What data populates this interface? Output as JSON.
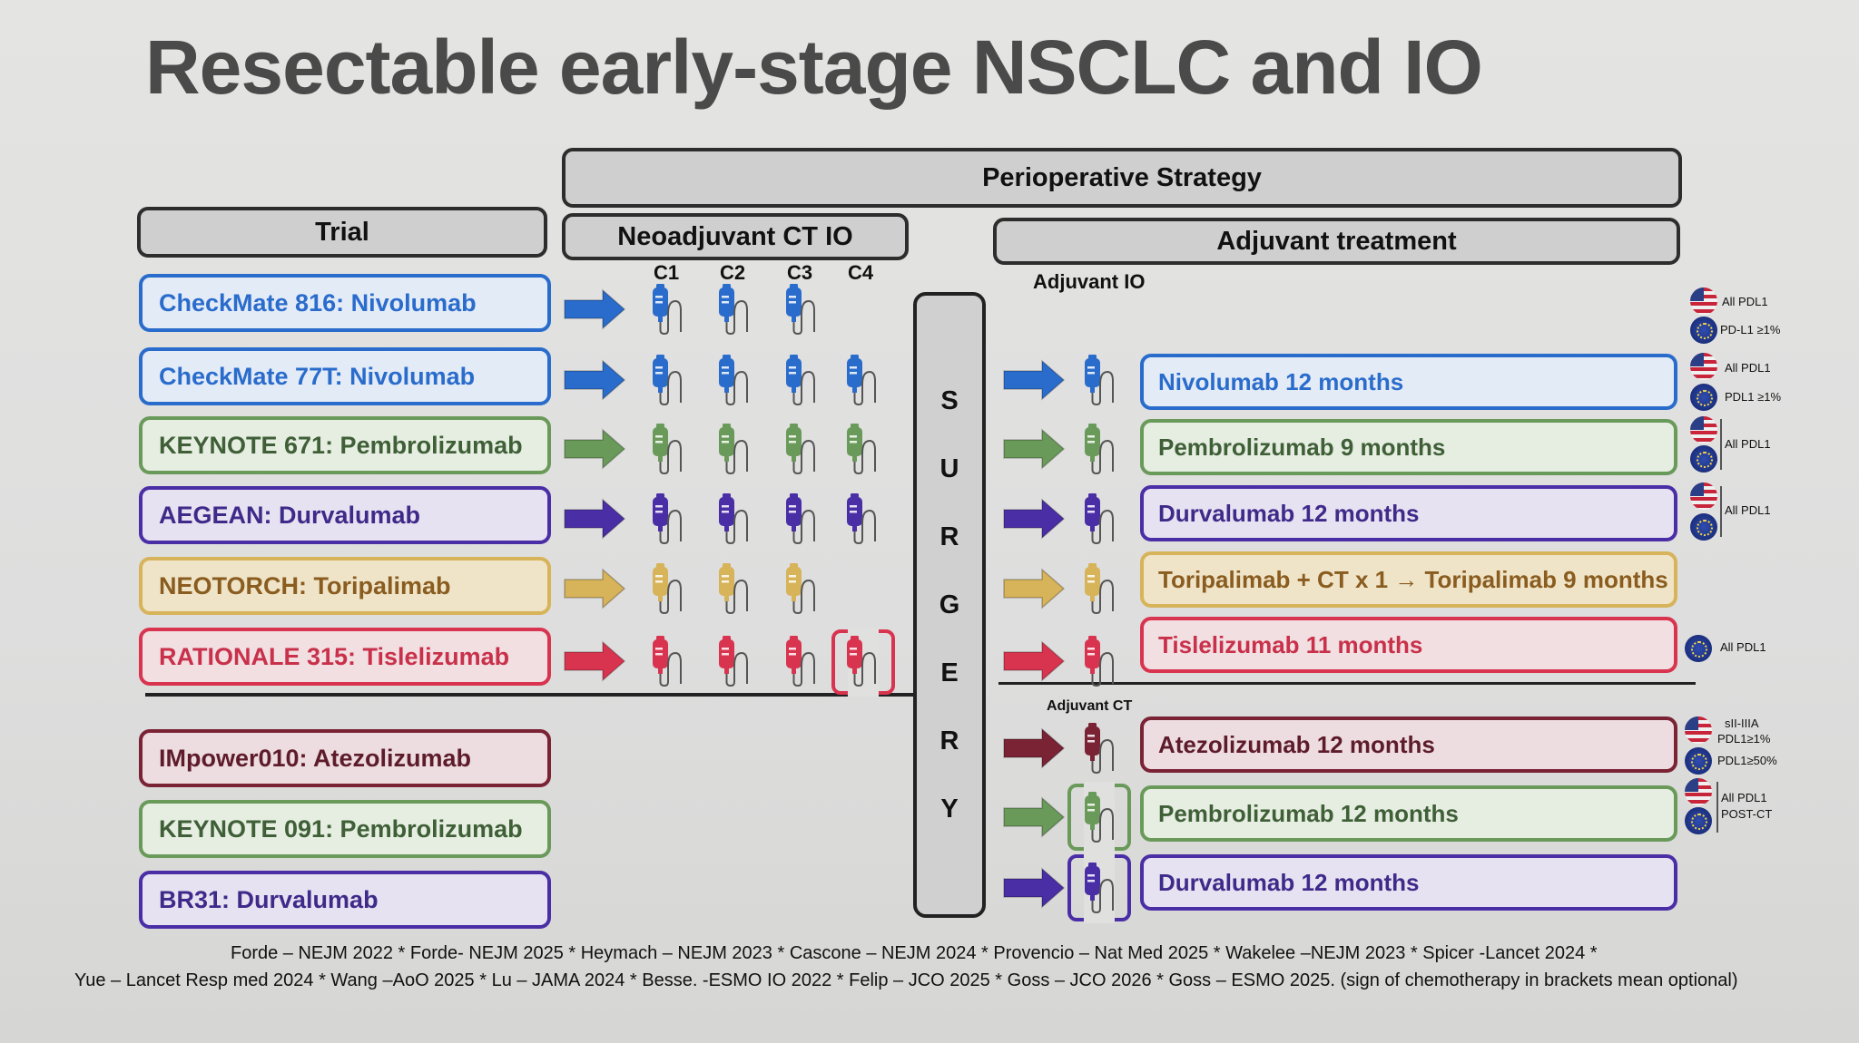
{
  "title": "Resectable early-stage NSCLC and IO",
  "headers": {
    "trial": "Trial",
    "perioperative": "Perioperative Strategy",
    "neoadjuvant": "Neoadjuvant CT IO",
    "adjuvant": "Adjuvant treatment"
  },
  "cycles": [
    "C1",
    "C2",
    "C3",
    "C4"
  ],
  "adjuvant_io_label": "Adjuvant IO",
  "adjuvant_ct_label": "Adjuvant CT",
  "surgery_letters": [
    "S",
    "U",
    "R",
    "G",
    "E",
    "R",
    "Y"
  ],
  "colors": {
    "blue": "#2a6ccc",
    "green": "#6a9a5a",
    "purple": "#4a2ea6",
    "gold": "#d7b35a",
    "red": "#d9344f",
    "maroon": "#7a2335"
  },
  "perioperative_trials": [
    {
      "name": "CheckMate 816: Nivolumab",
      "color": "blue",
      "neo_cycles": 3,
      "adjuvant": null,
      "pdl1": [
        {
          "flag": "us",
          "label": "All PDL1"
        },
        {
          "flag": "eu",
          "label": "PD-L1 ≥1%"
        }
      ]
    },
    {
      "name": "CheckMate 77T: Nivolumab",
      "color": "blue",
      "neo_cycles": 4,
      "adjuvant": "Nivolumab 12 months",
      "pdl1": [
        {
          "flag": "us",
          "label": "All PDL1"
        },
        {
          "flag": "eu",
          "label": "PDL1 ≥1%"
        }
      ]
    },
    {
      "name": "KEYNOTE 671: Pembrolizumab",
      "color": "green",
      "neo_cycles": 4,
      "adjuvant": "Pembrolizumab 9 months",
      "pdl1": [
        {
          "flag": "us",
          "label": "All PDL1"
        },
        {
          "flag": "eu",
          "label": ""
        }
      ]
    },
    {
      "name": "AEGEAN: Durvalumab",
      "color": "purple",
      "neo_cycles": 4,
      "adjuvant": "Durvalumab 12 months",
      "pdl1": [
        {
          "flag": "us",
          "label": "All PDL1"
        },
        {
          "flag": "eu",
          "label": ""
        }
      ]
    },
    {
      "name": "NEOTORCH: Toripalimab",
      "color": "gold",
      "neo_cycles": 3,
      "adjuvant": "Toripalimab + CT x 1 → Toripalimab 9 months",
      "pdl1": []
    },
    {
      "name": "RATIONALE 315: Tislelizumab",
      "color": "red",
      "neo_cycles": 4,
      "optional_last_cycle": true,
      "adjuvant": "Tislelizumab 11 months",
      "pdl1": [
        {
          "flag": "eu",
          "label": "All PDL1"
        }
      ]
    }
  ],
  "adjuvant_trials": [
    {
      "name": "IMpower010: Atezolizumab",
      "color": "maroon",
      "adjuvant": "Atezolizumab 12 months",
      "optional_ct": false,
      "pdl1": [
        {
          "flag": "us",
          "label": "sII-IIIA"
        },
        {
          "flag": "us",
          "label": "PDL1≥1%"
        },
        {
          "flag": "eu",
          "label": "PDL1≥50%"
        }
      ]
    },
    {
      "name": "KEYNOTE 091: Pembrolizumab",
      "color": "green",
      "adjuvant": "Pembrolizumab 12 months",
      "optional_ct": true,
      "pdl1": [
        {
          "flag": "us",
          "label": "All PDL1"
        },
        {
          "flag": "eu",
          "label": "POST-CT"
        }
      ]
    },
    {
      "name": "BR31: Durvalumab",
      "color": "purple",
      "adjuvant": "Durvalumab 12 months",
      "optional_ct": true,
      "pdl1": []
    }
  ],
  "references": [
    "Forde – NEJM  2022 * Forde- NEJM 2025 * Heymach – NEJM 2023 * Cascone – NEJM 2024 * Provencio  – Nat Med 2025 * Wakelee –NEJM 2023 * Spicer -Lancet 2024 *",
    "Yue – Lancet Resp med 2024 * Wang  –AoO 2025 * Lu – JAMA 2024 * Besse. -ESMO IO 2022 * Felip – JCO 2025 * Goss – JCO 2026  * Goss – ESMO 2025. (sign of chemotherapy in brackets mean optional)"
  ]
}
